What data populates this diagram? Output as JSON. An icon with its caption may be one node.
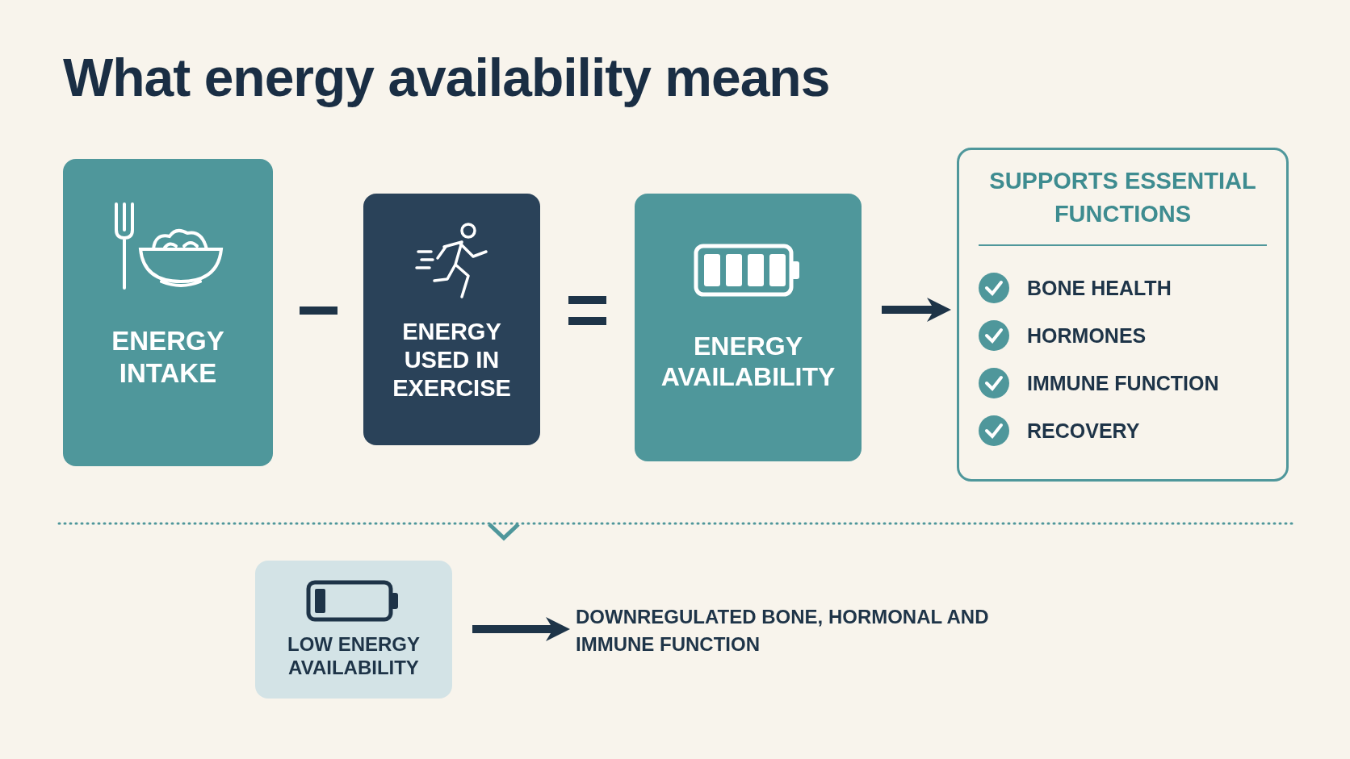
{
  "diagram": {
    "title": "What energy availability means",
    "nodes": [
      {
        "text": [
          "ENERGY INTAKE"
        ]
      },
      {
        "text": [
          "ENERGY USED IN EXERCISE"
        ]
      },
      {
        "text": [
          "ENERGY AVAILABILITY"
        ]
      },
      {
        "text": [
          "SUPPORTS ESSENTIAL FUNCTIONS",
          "BONE HEALTH",
          "HORMONES",
          "IMMUNE FUNCTION",
          "RECOVERY"
        ]
      },
      {
        "text": [
          "LOW ENERGY AVAILABILITY"
        ]
      },
      {
        "text": [
          "DOWNREGULATED BONE, HORMONAL AND IMMUNE FUNCTION"
        ]
      }
    ],
    "edges": [
      {
        "from": 2,
        "to": 3,
        "arrow": "to"
      },
      {
        "from": 4,
        "to": 5,
        "arrow": "to"
      }
    ]
  }
}
